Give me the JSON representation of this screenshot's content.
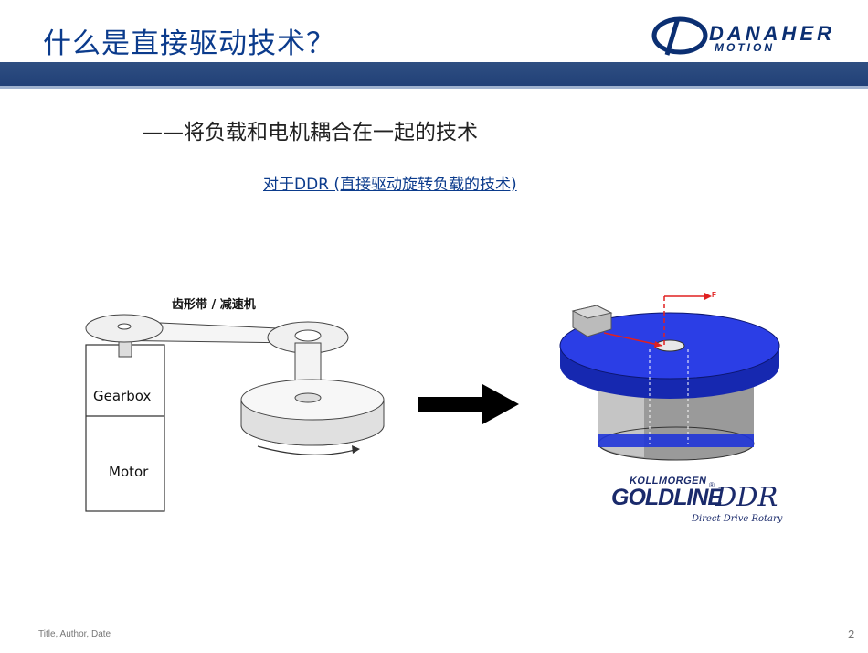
{
  "slide": {
    "title": "什么是直接驱动技术？",
    "subtitle": "——将负载和电机耦合在一起的技术",
    "link_text": "对于DDR (直接驱动旋转负载的技术)"
  },
  "logo": {
    "brand": "DANAHER",
    "division": "MOTION"
  },
  "diagram": {
    "belt_label": "齿形带 / 减速机",
    "gearbox_label": "Gearbox",
    "motor_label": "Motor"
  },
  "ddr_figure": {
    "force_label": "F",
    "brand_small": "KOLLMORGEN",
    "brand_large": "GOLDLINE",
    "registered_mark": "®",
    "product": "DDR",
    "product_subtitle": "Direct Drive Rotary"
  },
  "footer": {
    "left_text": "Title, Author, Date",
    "page_number": "2"
  },
  "colors": {
    "title": "#0b3b8c",
    "bar": "#2a4a7f",
    "disk": "#2035d8"
  }
}
